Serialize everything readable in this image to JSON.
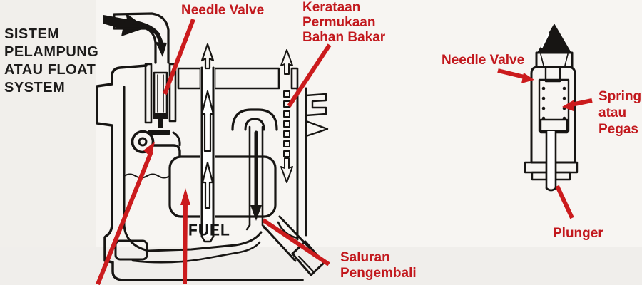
{
  "title": {
    "lines": [
      "SISTEM",
      "PELAMPUNG",
      "ATAU FLOAT",
      "SYSTEM"
    ]
  },
  "main_diagram": {
    "labels": {
      "needle_valve": "Needle Valve",
      "fuel_level_lines": [
        "Kerataan",
        "Permukaan",
        "Bahan Bakar"
      ],
      "fuel": "FUEL",
      "return_lines": [
        "Saluran",
        "Pengembali"
      ]
    }
  },
  "detail_diagram": {
    "labels": {
      "needle_valve": "Needle Valve",
      "spring_lines": [
        "Spring",
        "atau",
        "Pegas"
      ],
      "plunger": "Plunger"
    }
  },
  "colors": {
    "annotation_red": "#c2181d",
    "diagram_black": "#171513",
    "background": "#f7f5f2"
  }
}
